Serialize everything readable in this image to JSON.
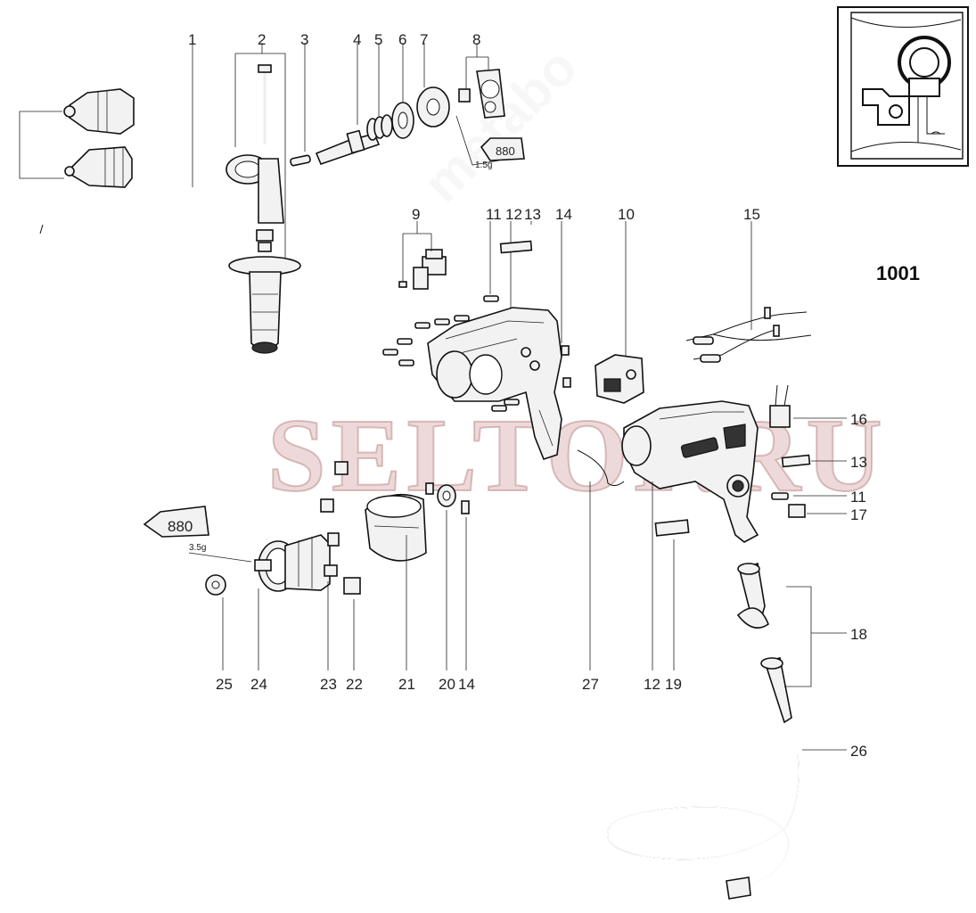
{
  "diagram_code": "1001",
  "watermark": "SELTOP.RU",
  "grease_labels": {
    "tube": "880",
    "amount_small": "1.5g",
    "amount_large": "3.5g"
  },
  "top_labels": [
    "1",
    "2",
    "3",
    "4",
    "5",
    "6",
    "7",
    "8"
  ],
  "mid_labels": [
    "9",
    "11",
    "12",
    "13",
    "14",
    "10",
    "15"
  ],
  "right_labels": [
    "16",
    "13",
    "11",
    "17",
    "18",
    "26"
  ],
  "bottom_labels": [
    "25",
    "24",
    "23",
    "22",
    "21",
    "20",
    "14",
    "27",
    "12",
    "19"
  ]
}
